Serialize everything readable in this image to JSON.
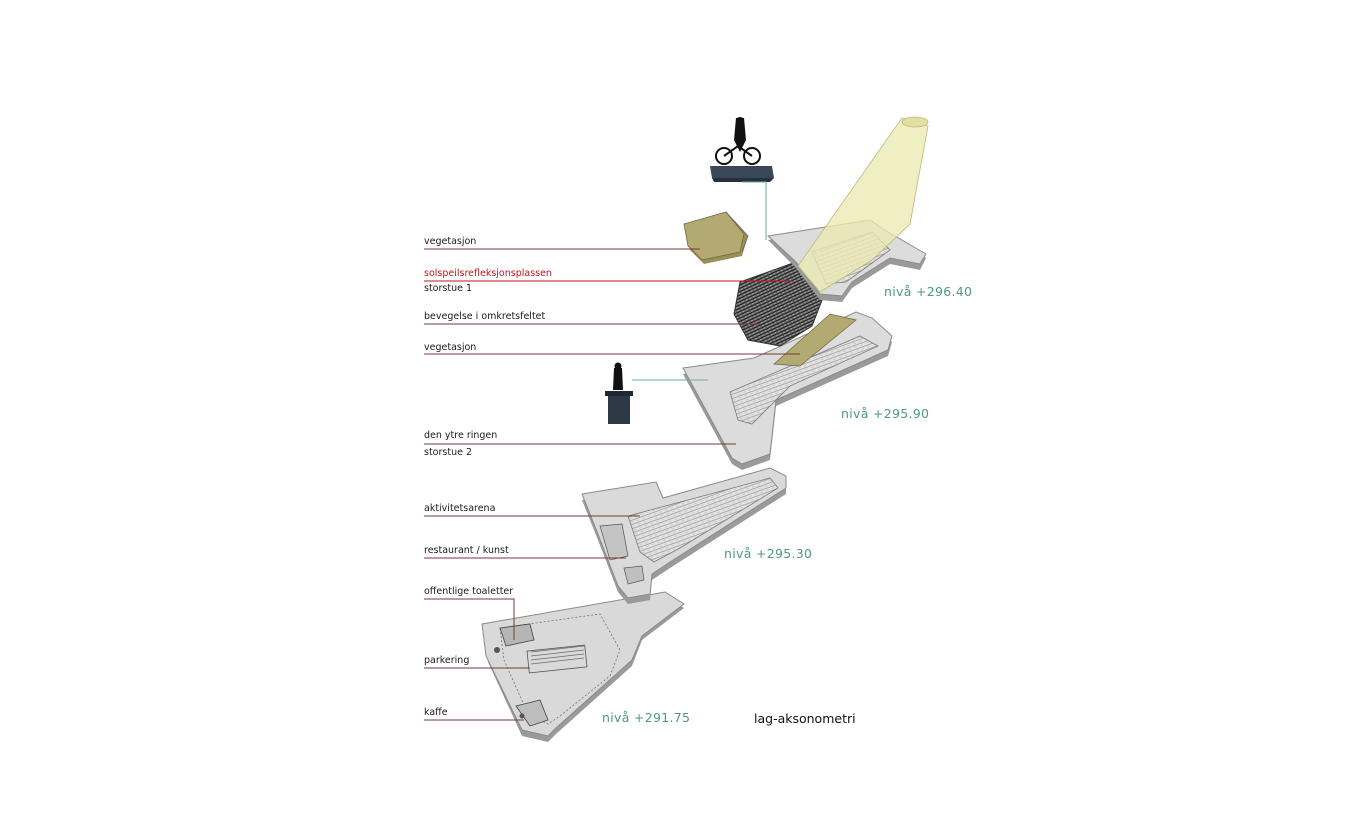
{
  "diagram": {
    "caption": "lag-aksonometri",
    "labels": {
      "vegetasjon_top": "vegetasjon",
      "solspeil": "solspeilsrefleksjonsplassen",
      "storstue1": "storstue 1",
      "bevegelse": "bevegelse i omkretsfeltet",
      "vegetasjon_mid": "vegetasjon",
      "ytre_ringen": "den ytre ringen",
      "storstue2": "storstue 2",
      "aktivitetsarena": "aktivitetsarena",
      "restaurant": "restaurant / kunst",
      "toaletter": "offentlige toaletter",
      "parkering": "parkering",
      "kaffe": "kaffe"
    },
    "levels": {
      "l1": "nivå +296.40",
      "l2": "nivå +295.90",
      "l3": "nivå +295.30",
      "l4": "nivå +291.75"
    },
    "colors": {
      "leader_line": "#7a3a34",
      "red_leader": "#c0141b",
      "level_text": "#4c9c7c",
      "slab": "#d7d7d7",
      "slab_edge": "#9a9a9a",
      "vegetation": "#b3aa72",
      "light_cone": "#ecebb4",
      "statue_line": "#5fb394"
    }
  }
}
